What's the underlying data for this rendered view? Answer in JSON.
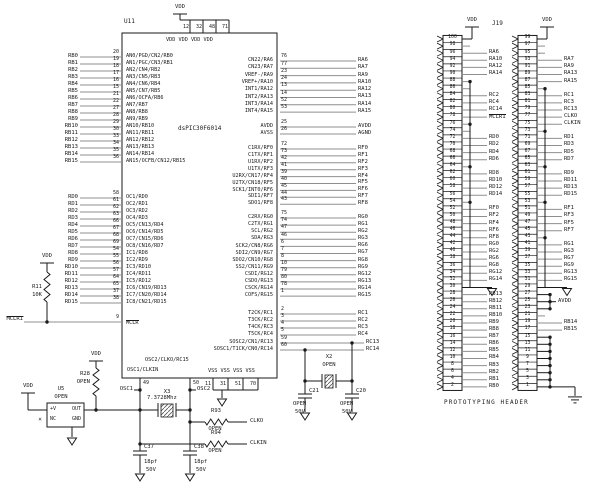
{
  "chip": {
    "ref": "U11",
    "part": "dsPIC30F6014",
    "vdd_net": "VDD",
    "vdd_row_text": "VDD VDD VDD VDD",
    "vdd_pins": [
      "12",
      "32",
      "48",
      "71"
    ],
    "vss_row_text": "VSS VSS VSS VSS",
    "vss_pins": [
      "11",
      "31",
      "51",
      "70"
    ],
    "rb": [
      {
        "pin": "20",
        "name": "AN0/PGD/CN2/RB0",
        "net": "RB0"
      },
      {
        "pin": "19",
        "name": "AN1/PGC/CN3/RB1",
        "net": "RB1"
      },
      {
        "pin": "18",
        "name": "AN2/CN4/RB2",
        "net": "RB2"
      },
      {
        "pin": "17",
        "name": "AN3/CN5/RB3",
        "net": "RB3"
      },
      {
        "pin": "16",
        "name": "AN4/CN6/RB4",
        "net": "RB4"
      },
      {
        "pin": "15",
        "name": "AN5/CN7/RB5",
        "net": "RB5"
      },
      {
        "pin": "21",
        "name": "AN6/OCFA/RB6",
        "net": "RB6"
      },
      {
        "pin": "22",
        "name": "AN7/RB7",
        "net": "RB7"
      },
      {
        "pin": "27",
        "name": "AN8/RB8",
        "net": "RB8"
      },
      {
        "pin": "28",
        "name": "AN9/RB9",
        "net": "RB9"
      },
      {
        "pin": "29",
        "name": "AN10/RB10",
        "net": "RB10"
      },
      {
        "pin": "30",
        "name": "AN11/RB11",
        "net": "RB11"
      },
      {
        "pin": "33",
        "name": "AN12/RB12",
        "net": "RB12"
      },
      {
        "pin": "34",
        "name": "AN13/RB13",
        "net": "RB13"
      },
      {
        "pin": "35",
        "name": "AN14/RB14",
        "net": "RB14"
      },
      {
        "pin": "36",
        "name": "AN15/OCFB/CN12/RB15",
        "net": "RB15"
      }
    ],
    "rd": [
      {
        "pin": "58",
        "name": "OC1/RD0",
        "net": "RD0"
      },
      {
        "pin": "61",
        "name": "OC2/RD1",
        "net": "RD1"
      },
      {
        "pin": "62",
        "name": "OC3/RD2",
        "net": "RD2"
      },
      {
        "pin": "63",
        "name": "OC4/RD3",
        "net": "RD3"
      },
      {
        "pin": "66",
        "name": "OC5/CN13/RD4",
        "net": "RD4"
      },
      {
        "pin": "67",
        "name": "OC6/CN14/RD5",
        "net": "RD5"
      },
      {
        "pin": "68",
        "name": "OC7/CN15/RD6",
        "net": "RD6"
      },
      {
        "pin": "69",
        "name": "OC8/CN16/RD7",
        "net": "RD7"
      },
      {
        "pin": "54",
        "name": "IC1/RD8",
        "net": "RD8"
      },
      {
        "pin": "55",
        "name": "IC2/RD9",
        "net": "RD9"
      },
      {
        "pin": "56",
        "name": "IC3/RD10",
        "net": "RD10"
      },
      {
        "pin": "57",
        "name": "IC4/RD11",
        "net": "RD11"
      },
      {
        "pin": "64",
        "name": "IC5/RD12",
        "net": "RD12"
      },
      {
        "pin": "65",
        "name": "IC6/CN19/RD13",
        "net": "RD13"
      },
      {
        "pin": "37",
        "name": "IC7/CN20/RD14",
        "net": "RD14"
      },
      {
        "pin": "38",
        "name": "IC8/CN21/RD15",
        "net": "RD15"
      }
    ],
    "mclr": {
      "pin": "9",
      "name": "MCLR",
      "net": "MCLR1"
    },
    "ra": [
      {
        "pin": "76",
        "name": "CN22/RA6",
        "net": "RA6"
      },
      {
        "pin": "77",
        "name": "CN23/RA7",
        "net": "RA7"
      },
      {
        "pin": "23",
        "name": "VREF-/RA9",
        "net": "RA9"
      },
      {
        "pin": "24",
        "name": "VREF+/RA10",
        "net": "RA10"
      },
      {
        "pin": "13",
        "name": "INT1/RA12",
        "net": "RA12"
      },
      {
        "pin": "14",
        "name": "INT2/RA13",
        "net": "RA13"
      },
      {
        "pin": "52",
        "name": "INT3/RA14",
        "net": "RA14"
      },
      {
        "pin": "53",
        "name": "INT4/RA15",
        "net": "RA15"
      }
    ],
    "analog": [
      {
        "pin": "25",
        "name": "AVDD",
        "net": "AVDD"
      },
      {
        "pin": "26",
        "name": "AVSS",
        "net": "AGND"
      }
    ],
    "rf": [
      {
        "pin": "72",
        "name": "C1RX/RF0",
        "net": "RF0"
      },
      {
        "pin": "73",
        "name": "C1TX/RF1",
        "net": "RF1"
      },
      {
        "pin": "42",
        "name": "U1RX/RF2",
        "net": "RF2"
      },
      {
        "pin": "41",
        "name": "U1TX/RF3",
        "net": "RF3"
      },
      {
        "pin": "39",
        "name": "U2RX/CN17/RF4",
        "net": "RF4"
      },
      {
        "pin": "40",
        "name": "U2TX/CN18/RF5",
        "net": "RF5"
      },
      {
        "pin": "45",
        "name": "SCK1/INT0/RF6",
        "net": "RF6"
      },
      {
        "pin": "44",
        "name": "SDI1/RF7",
        "net": "RF7"
      },
      {
        "pin": "43",
        "name": "SDO1/RF8",
        "net": "RF8"
      }
    ],
    "rg": [
      {
        "pin": "75",
        "name": "C2RX/RG0",
        "net": "RG0"
      },
      {
        "pin": "74",
        "name": "C2TX/RG1",
        "net": "RG1"
      },
      {
        "pin": "47",
        "name": "SCL/RG2",
        "net": "RG2"
      },
      {
        "pin": "46",
        "name": "SDA/RG3",
        "net": "RG3"
      },
      {
        "pin": "6",
        "name": "SCK2/CN8/RG6",
        "net": "RG6"
      },
      {
        "pin": "7",
        "name": "SDI2/CN9/RG7",
        "net": "RG7"
      },
      {
        "pin": "8",
        "name": "SDO2/CN10/RG8",
        "net": "RG8"
      },
      {
        "pin": "10",
        "name": "SS2/CN11/RG9",
        "net": "RG9"
      },
      {
        "pin": "79",
        "name": "CSDI/RG12",
        "net": "RG12"
      },
      {
        "pin": "80",
        "name": "CSDO/RG13",
        "net": "RG13"
      },
      {
        "pin": "78",
        "name": "CSCK/RG14",
        "net": "RG14"
      },
      {
        "pin": "1",
        "name": "COFS/RG15",
        "net": "RG15"
      }
    ],
    "rc": [
      {
        "pin": "2",
        "name": "T2CK/RC1",
        "net": "RC1"
      },
      {
        "pin": "3",
        "name": "T3CK/RC2",
        "net": "RC2"
      },
      {
        "pin": "4",
        "name": "T4CK/RC3",
        "net": "RC3"
      },
      {
        "pin": "5",
        "name": "T5CK/RC4",
        "net": "RC4"
      }
    ],
    "sosc": [
      {
        "pin": "59",
        "name": "SOSC2/CN1/RC13",
        "net": "RC13"
      },
      {
        "pin": "60",
        "name": "SOSC1/T1CK/CN0/RC14",
        "net": "RC14"
      }
    ],
    "osc_pins": [
      {
        "pin": "49",
        "name": "OSC1/CLKIN"
      },
      {
        "pin": "50",
        "name": "OSC2/CLKO/RC15"
      }
    ]
  },
  "osc_circuit": {
    "u5": {
      "ref": "U5",
      "status": "OPEN",
      "pin_vp": "+V",
      "pin_nc": "NC",
      "pin_out": "OUT",
      "pin_gnd": "GND",
      "nc_mark": "×"
    },
    "r28": {
      "ref": "R28",
      "value": "OPEN"
    },
    "r11": {
      "ref": "R11",
      "value": "10K"
    },
    "x3": {
      "ref": "X3",
      "value": "7.3728Mhz"
    },
    "r93": {
      "ref": "R93",
      "value": "OPEN",
      "net": "CLKO"
    },
    "r94": {
      "ref": "R94",
      "value": "OPEN",
      "net": "CLKIN"
    },
    "c37": {
      "ref": "C37",
      "value": "18pf",
      "voltage": "50V"
    },
    "c38": {
      "ref": "C38",
      "value": "18pf",
      "voltage": "50V"
    },
    "osc1_net": "OSC1",
    "osc2_net": "OSC2",
    "vdd_net": "VDD",
    "mclr_net": "MCLR1"
  },
  "x2_circuit": {
    "x2": {
      "ref": "X2",
      "status": "OPEN"
    },
    "c21": {
      "ref": "C21",
      "value": "OPEN",
      "voltage": "50V"
    },
    "c20": {
      "ref": "C20",
      "value": "OPEN",
      "voltage": "50V"
    }
  },
  "header": {
    "ref": "J19",
    "caption": "PROTOTYPING HEADER",
    "vdd_net": "VDD",
    "avdd_net": "AVDD",
    "left_rows": [
      {
        "n": "100",
        "t": "vdd"
      },
      {
        "n": "98",
        "t": "stub"
      },
      {
        "n": "96",
        "t": "net",
        "label": "RA6"
      },
      {
        "n": "94",
        "t": "net",
        "label": "RA10"
      },
      {
        "n": "92",
        "t": "net",
        "label": "RA12"
      },
      {
        "n": "90",
        "t": "net",
        "label": "RA14"
      },
      {
        "n": "88",
        "t": "dot"
      },
      {
        "n": "86",
        "t": "stub"
      },
      {
        "n": "84",
        "t": "net",
        "label": "RC2"
      },
      {
        "n": "82",
        "t": "net",
        "label": "RC4"
      },
      {
        "n": "80",
        "t": "net",
        "label": "RC14"
      },
      {
        "n": "78",
        "t": "net",
        "label": "MCLR1",
        "ovl": true
      },
      {
        "n": "76",
        "t": "dot"
      },
      {
        "n": "74",
        "t": "stub"
      },
      {
        "n": "72",
        "t": "net",
        "label": "RD0"
      },
      {
        "n": "70",
        "t": "net",
        "label": "RD2"
      },
      {
        "n": "68",
        "t": "net",
        "label": "RD4"
      },
      {
        "n": "66",
        "t": "net",
        "label": "RD6"
      },
      {
        "n": "64",
        "t": "dot"
      },
      {
        "n": "62",
        "t": "net",
        "label": "RD8"
      },
      {
        "n": "60",
        "t": "net",
        "label": "RD10"
      },
      {
        "n": "58",
        "t": "net",
        "label": "RD12"
      },
      {
        "n": "56",
        "t": "net",
        "label": "RD14"
      },
      {
        "n": "54",
        "t": "dot"
      },
      {
        "n": "52",
        "t": "net",
        "label": "RF0"
      },
      {
        "n": "50",
        "t": "net",
        "label": "RF2"
      },
      {
        "n": "48",
        "t": "net",
        "label": "RF4"
      },
      {
        "n": "46",
        "t": "net",
        "label": "RF6"
      },
      {
        "n": "44",
        "t": "net",
        "label": "RF8"
      },
      {
        "n": "42",
        "t": "net",
        "label": "RG0"
      },
      {
        "n": "40",
        "t": "net",
        "label": "RG2"
      },
      {
        "n": "38",
        "t": "net",
        "label": "RG6"
      },
      {
        "n": "36",
        "t": "net",
        "label": "RG8"
      },
      {
        "n": "34",
        "t": "net",
        "label": "RG12"
      },
      {
        "n": "32",
        "t": "net",
        "label": "RG14"
      },
      {
        "n": "30",
        "t": "gnd"
      },
      {
        "n": "28",
        "t": "net",
        "label": "RB13"
      },
      {
        "n": "26",
        "t": "net",
        "label": "RB12"
      },
      {
        "n": "24",
        "t": "net",
        "label": "RB11"
      },
      {
        "n": "22",
        "t": "net",
        "label": "RB10"
      },
      {
        "n": "20",
        "t": "net",
        "label": "RB9"
      },
      {
        "n": "18",
        "t": "net",
        "label": "RB8"
      },
      {
        "n": "16",
        "t": "net",
        "label": "RB7"
      },
      {
        "n": "14",
        "t": "net",
        "label": "RB6"
      },
      {
        "n": "12",
        "t": "net",
        "label": "RB5"
      },
      {
        "n": "10",
        "t": "net",
        "label": "RB4"
      },
      {
        "n": "8",
        "t": "net",
        "label": "RB3"
      },
      {
        "n": "6",
        "t": "net",
        "label": "RB2"
      },
      {
        "n": "4",
        "t": "net",
        "label": "RB1"
      },
      {
        "n": "2",
        "t": "net",
        "label": "RB0"
      }
    ],
    "right_rows": [
      {
        "n": "99",
        "t": "vdd"
      },
      {
        "n": "97",
        "t": "stub"
      },
      {
        "n": "95",
        "t": "stub"
      },
      {
        "n": "93",
        "t": "net",
        "label": "RA7"
      },
      {
        "n": "91",
        "t": "net",
        "label": "RA9"
      },
      {
        "n": "89",
        "t": "net",
        "label": "RA13"
      },
      {
        "n": "87",
        "t": "net",
        "label": "RA15"
      },
      {
        "n": "85",
        "t": "dot"
      },
      {
        "n": "83",
        "t": "net",
        "label": "RC1"
      },
      {
        "n": "81",
        "t": "net",
        "label": "RC3"
      },
      {
        "n": "79",
        "t": "net",
        "label": "RC13"
      },
      {
        "n": "77",
        "t": "net",
        "label": "CLKO"
      },
      {
        "n": "75",
        "t": "net",
        "label": "CLKIN"
      },
      {
        "n": "73",
        "t": "dot"
      },
      {
        "n": "71",
        "t": "net",
        "label": "RD1"
      },
      {
        "n": "69",
        "t": "net",
        "label": "RD3"
      },
      {
        "n": "67",
        "t": "net",
        "label": "RD5"
      },
      {
        "n": "65",
        "t": "net",
        "label": "RD7"
      },
      {
        "n": "63",
        "t": "dot"
      },
      {
        "n": "61",
        "t": "net",
        "label": "RD9"
      },
      {
        "n": "59",
        "t": "net",
        "label": "RD11"
      },
      {
        "n": "57",
        "t": "net",
        "label": "RD13"
      },
      {
        "n": "55",
        "t": "net",
        "label": "RD15"
      },
      {
        "n": "53",
        "t": "dot"
      },
      {
        "n": "51",
        "t": "net",
        "label": "RF1"
      },
      {
        "n": "49",
        "t": "net",
        "label": "RF3"
      },
      {
        "n": "47",
        "t": "net",
        "label": "RF5"
      },
      {
        "n": "45",
        "t": "net",
        "label": "RF7"
      },
      {
        "n": "43",
        "t": "dot"
      },
      {
        "n": "41",
        "t": "net",
        "label": "RG1"
      },
      {
        "n": "39",
        "t": "net",
        "label": "RG3"
      },
      {
        "n": "37",
        "t": "net",
        "label": "RG7"
      },
      {
        "n": "35",
        "t": "net",
        "label": "RG9"
      },
      {
        "n": "33",
        "t": "net",
        "label": "RG13"
      },
      {
        "n": "31",
        "t": "net",
        "label": "RG15"
      },
      {
        "n": "29",
        "t": "gnd"
      },
      {
        "n": "27",
        "t": "avdd"
      },
      {
        "n": "25",
        "t": "avddl"
      },
      {
        "n": "23",
        "t": "avdd"
      },
      {
        "n": "21",
        "t": "stub"
      },
      {
        "n": "19",
        "t": "net",
        "label": "RB14"
      },
      {
        "n": "17",
        "t": "net",
        "label": "RB15"
      },
      {
        "n": "15",
        "t": "bus"
      },
      {
        "n": "13",
        "t": "bus"
      },
      {
        "n": "11",
        "t": "bus"
      },
      {
        "n": "9",
        "t": "bus"
      },
      {
        "n": "7",
        "t": "bus"
      },
      {
        "n": "5",
        "t": "bus"
      },
      {
        "n": "3",
        "t": "bus"
      },
      {
        "n": "1",
        "t": "gndbar"
      }
    ]
  }
}
